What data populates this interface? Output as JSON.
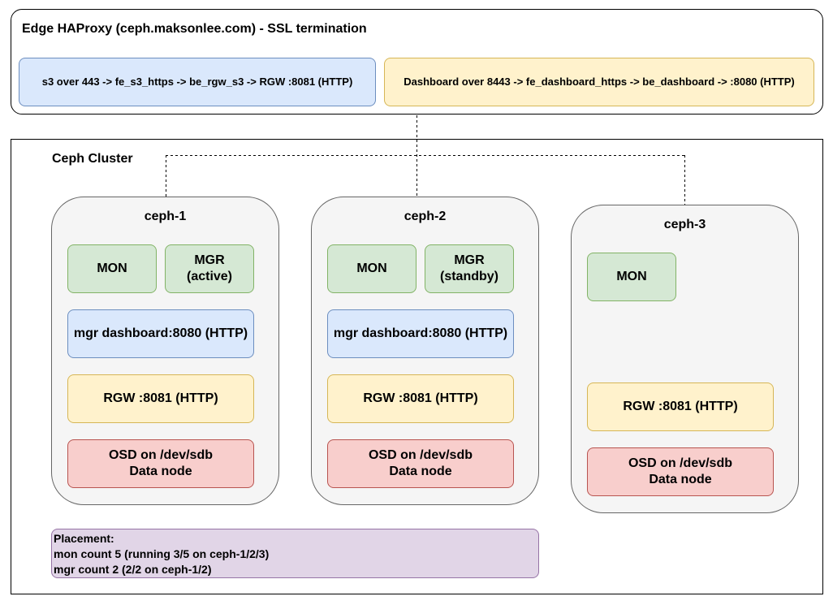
{
  "edge": {
    "title": "Edge HAProxy (ceph.maksonlee.com) - SSL termination",
    "s3_route": "s3 over 443 -> fe_s3_https -> be_rgw_s3 -> RGW :8081 (HTTP)",
    "dashboard_route": "Dashboard over 8443 -> fe_dashboard_https -> be_dashboard -> :8080 (HTTP)"
  },
  "cluster": {
    "title": "Ceph Cluster",
    "nodes": [
      {
        "name": "ceph-1",
        "mon": "MON",
        "mgr_line1": "MGR",
        "mgr_line2": "(active)",
        "dashboard": "mgr dashboard:8080 (HTTP)",
        "rgw": "RGW :8081 (HTTP)",
        "osd_line1": "OSD on /dev/sdb",
        "osd_line2": "Data node"
      },
      {
        "name": "ceph-2",
        "mon": "MON",
        "mgr_line1": "MGR",
        "mgr_line2": "(standby)",
        "dashboard": "mgr dashboard:8080 (HTTP)",
        "rgw": "RGW :8081 (HTTP)",
        "osd_line1": "OSD on /dev/sdb",
        "osd_line2": "Data node"
      },
      {
        "name": "ceph-3",
        "mon": "MON",
        "rgw": "RGW :8081 (HTTP)",
        "osd_line1": "OSD on /dev/sdb",
        "osd_line2": "Data node"
      }
    ],
    "placement": {
      "line1": "Placement:",
      "line2": "mon count 5 (running 3/5 on ceph-1/2/3)",
      "line3": "mgr count 2 (2/2 on ceph-1/2)"
    }
  },
  "colors": {
    "mon": "#d5e8d4",
    "dashboard": "#dae8fc",
    "rgw": "#fff2cc",
    "osd": "#f8cecc",
    "placement": "#e1d5e7",
    "node": "#f5f5f5"
  }
}
